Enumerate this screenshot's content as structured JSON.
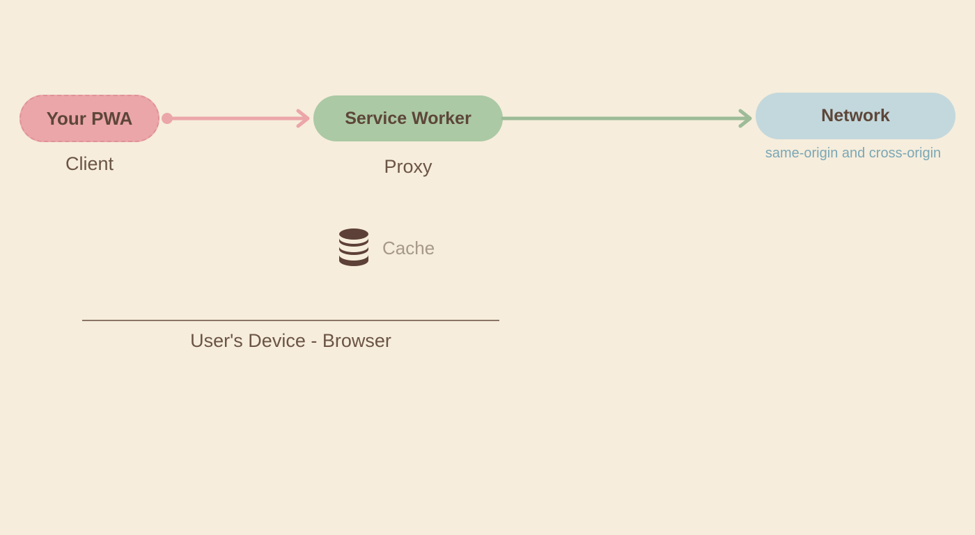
{
  "colors": {
    "background": "#F6EDDC",
    "pwa_fill": "#EBA6A9",
    "service_worker_fill": "#ABC9A4",
    "network_fill": "#C3D8DC",
    "arrow_pink": "#EBA6A9",
    "arrow_green": "#9DBB97",
    "pill_text": "#5D4639",
    "sublabel_text": "#6B5444",
    "network_scope_text": "#7BA7B5",
    "cache_icon": "#5D4037",
    "cache_label_text": "#A6998A",
    "divider": "#8A7465"
  },
  "nodes": {
    "pwa": {
      "label": "Your PWA",
      "sublabel": "Client"
    },
    "service_worker": {
      "label": "Service Worker",
      "sublabel": "Proxy"
    },
    "network": {
      "label": "Network",
      "sublabel": "same-origin and cross-origin"
    }
  },
  "cache": {
    "label": "Cache"
  },
  "device": {
    "label": "User's Device - Browser"
  }
}
